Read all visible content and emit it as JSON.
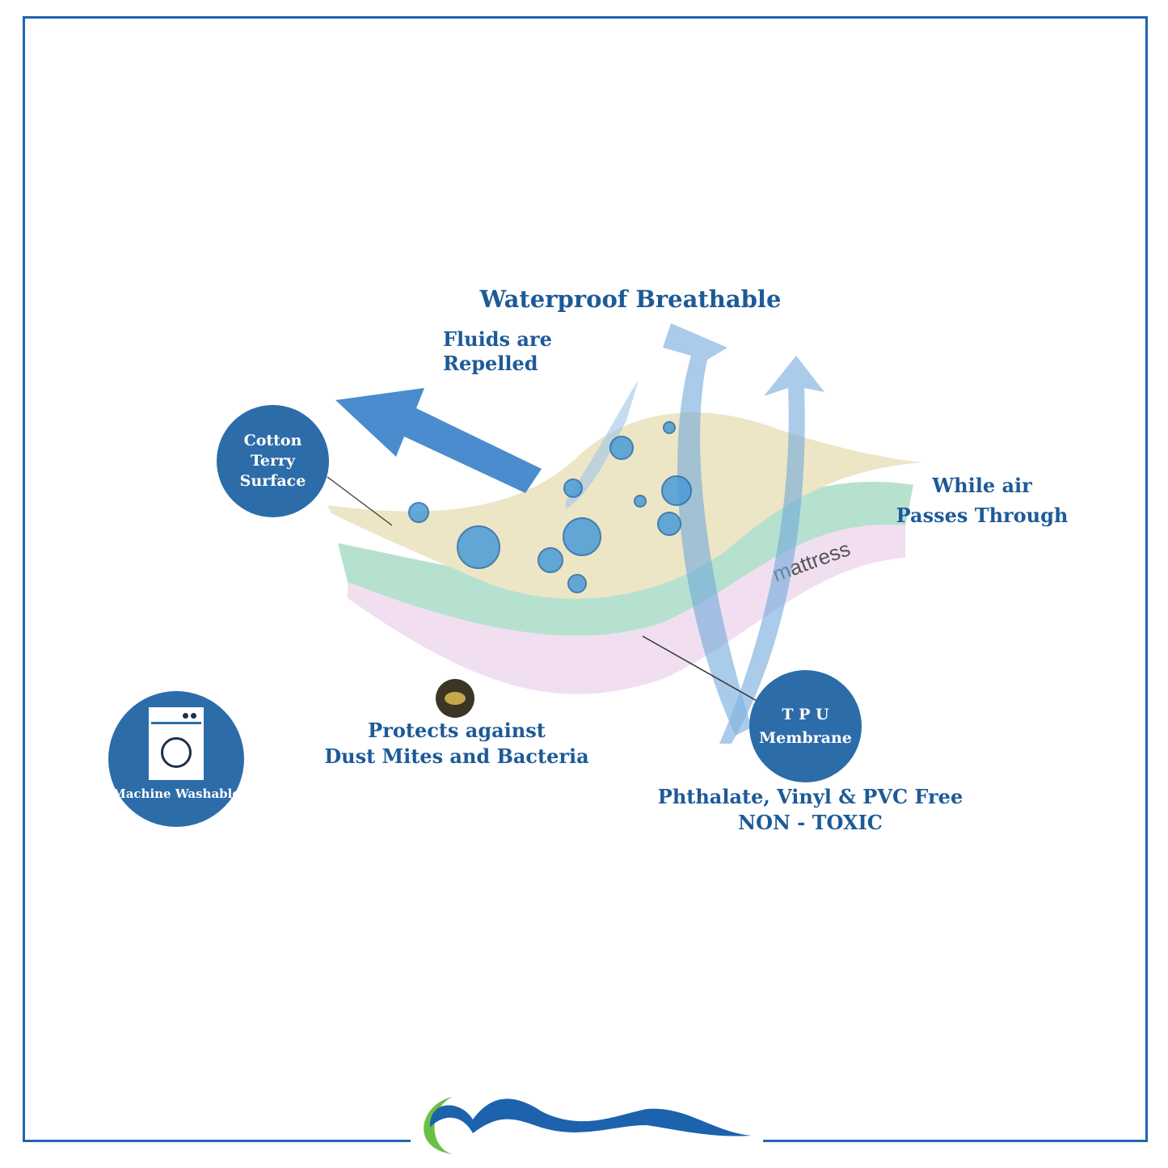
{
  "title": "Waterproof Breathable",
  "fluids": [
    "Fluids are",
    "Repelled"
  ],
  "air": [
    "While air",
    "Passes Through"
  ],
  "cotton": [
    "Cotton",
    "Terry",
    "Surface"
  ],
  "tpu": [
    "T P U",
    "Membrane"
  ],
  "mattress": "mattress",
  "mites": [
    "Protects against",
    "Dust Mites and Bacteria"
  ],
  "nontoxic": [
    "Phthalate, Vinyl & PVC Free",
    "NON - TOXIC"
  ],
  "washable": "Machine Washable",
  "colors": {
    "brand_blue": "#1f66b0",
    "text_blue": "#1d5a98",
    "circle_blue": "#2c6ca9",
    "logo_green": "#6cbf45"
  },
  "icons": [
    "washing-machine-icon",
    "dust-mite-icon",
    "water-drop-icon",
    "arrow-icon",
    "brand-logo"
  ]
}
